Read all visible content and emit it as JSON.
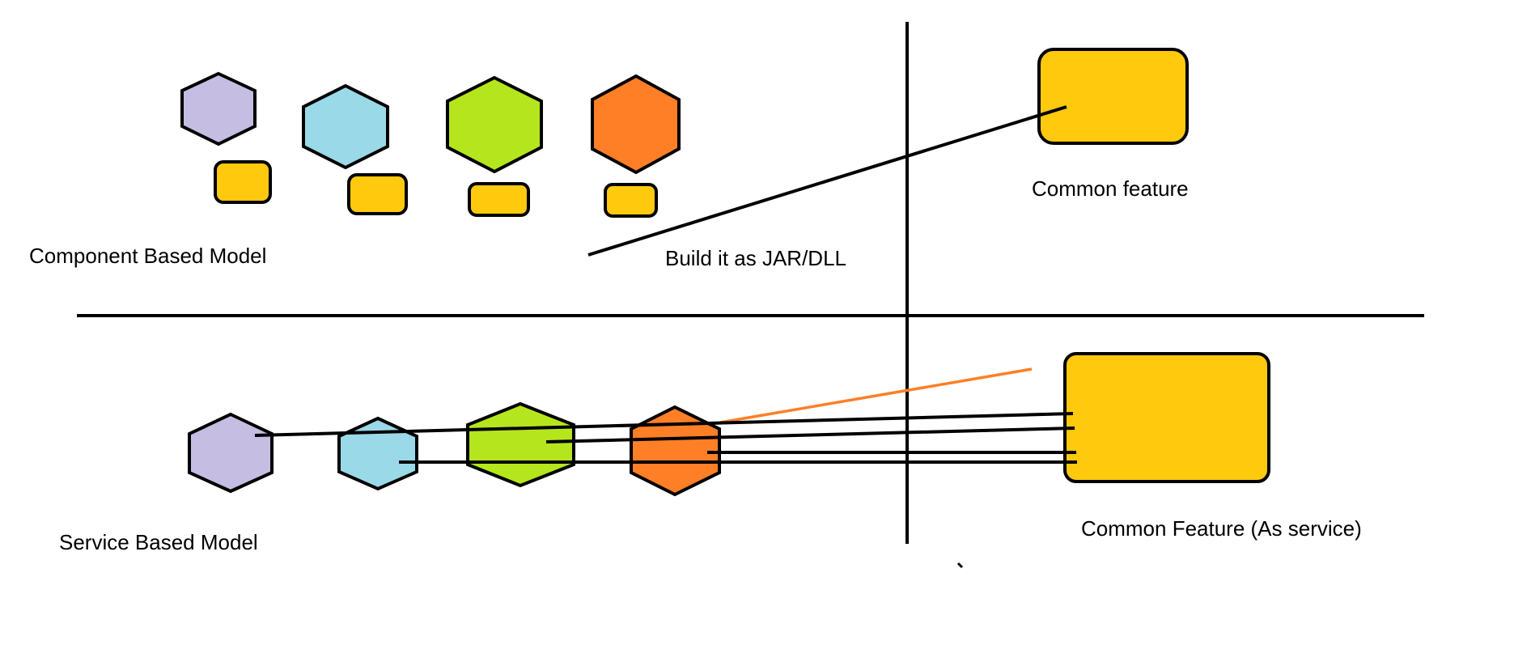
{
  "labels": {
    "component_model": "Component Based Model",
    "build_note": "Build it as JAR/DLL",
    "common_feature": "Common feature",
    "service_model": "Service Based Model",
    "common_feature_service": "Common Feature (As service)"
  },
  "colors": {
    "purple": "#c6bde3",
    "blue": "#9ad9e8",
    "green": "#b5e61d",
    "orange": "#ff7f27",
    "yellow": "#ffc90e",
    "stroke": "#000000",
    "orange_line": "#ff7f27"
  },
  "icons": [
    "hexagon-icon",
    "rounded-rectangle-icon"
  ]
}
